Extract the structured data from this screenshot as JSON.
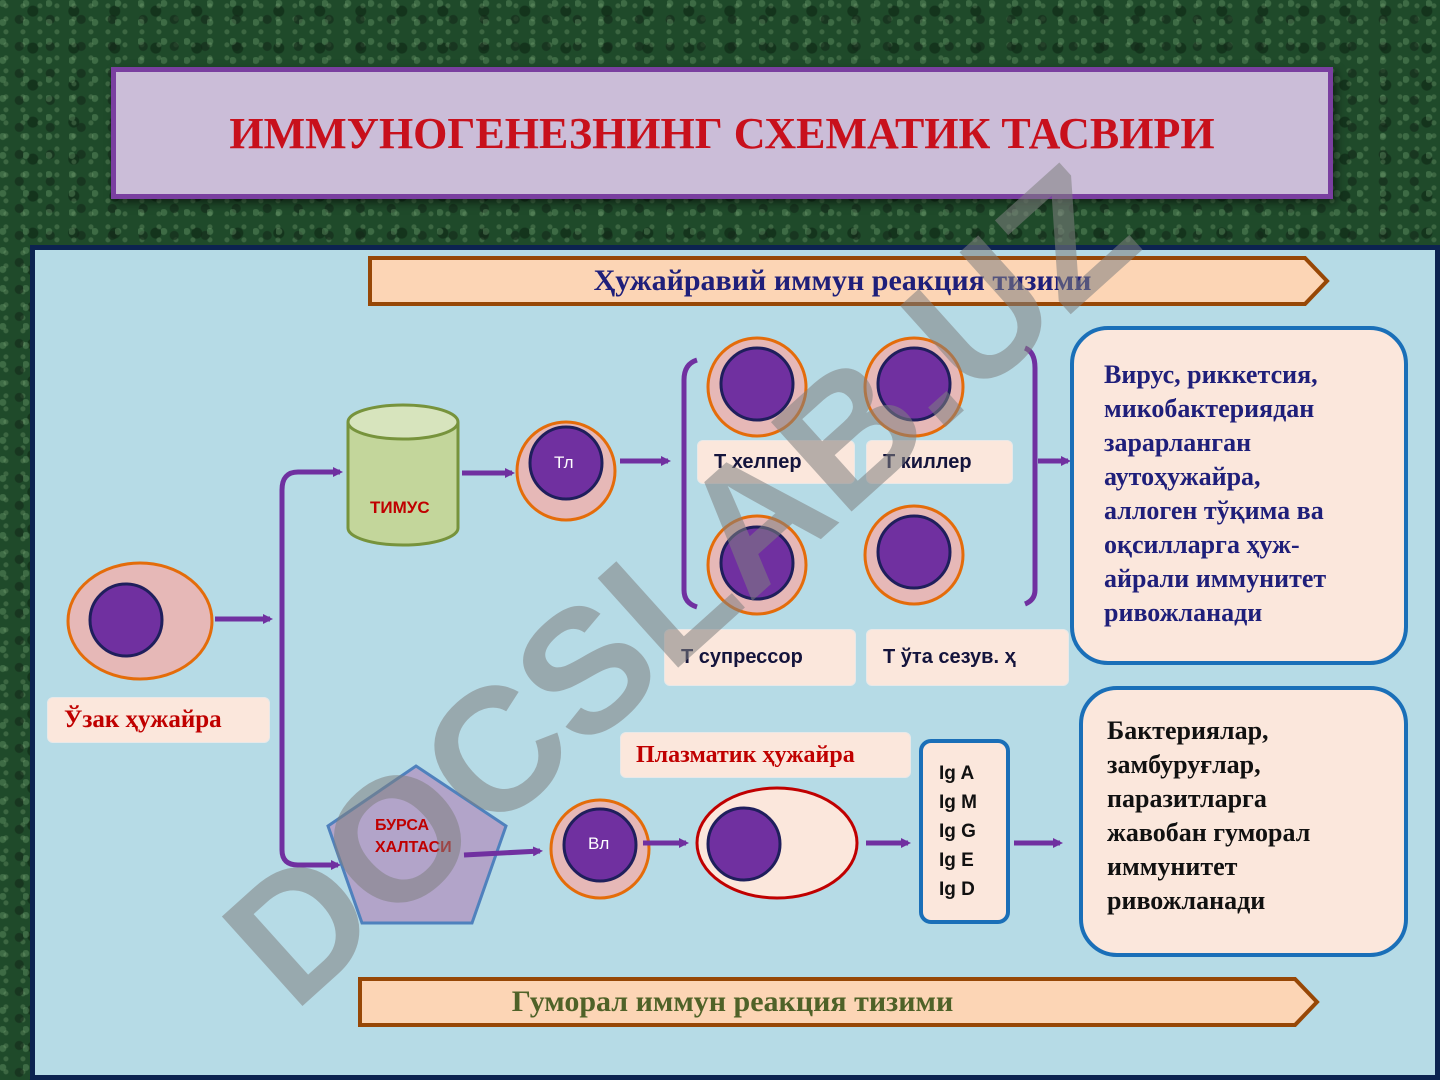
{
  "title": "ИММУНОГЕНЕЗНИНГ СХЕМАТИК ТАСВИРИ",
  "banners": {
    "cellular": "Ҳужайравий иммун реакция тизими",
    "humoral": "Гуморал иммун реакция тизими"
  },
  "nodes": {
    "stem_cell": "Ўзак ҳужайра",
    "thymus": "ТИМУС",
    "bursa": [
      "БУРСА",
      "ХАЛТАСИ"
    ],
    "t_lymph": "Тл",
    "b_lymph": "Вл",
    "plasma_cell": "Плазматик ҳужайра",
    "t_helper": "Т хелпер",
    "t_killer": "Т киллер",
    "t_suppressor": "Т супрессор",
    "t_hypersens": "Т ўта сезув. ҳ"
  },
  "immunoglobulins": [
    "Ig A",
    "Ig M",
    "Ig G",
    "Ig E",
    "Ig D"
  ],
  "info": {
    "cellular": [
      "Вирус, риккетсия,",
      "микобактериядан",
      "зарарланган",
      "аутоҳужайра,",
      "аллоген тўқима ва",
      "оқсилларга ҳуж-",
      "айрали иммунитет",
      "ривожланади"
    ],
    "humoral": [
      "Бактериялар,",
      "замбуруғлар,",
      "паразитларга",
      "жавобан гуморал",
      "иммунитет",
      "ривожланади"
    ]
  },
  "watermark": "DOCSLAB.UZ",
  "colors": {
    "title_text": "#c8101c",
    "title_bg": "#cbbdd8",
    "panel_bg": "#b6dbe6",
    "arrow": "#7030a0",
    "nucleus": "#7030a0",
    "cell_body": "#e6b8b7",
    "info_text": "#1f1f7a",
    "humoral_text": "#4f6228"
  }
}
